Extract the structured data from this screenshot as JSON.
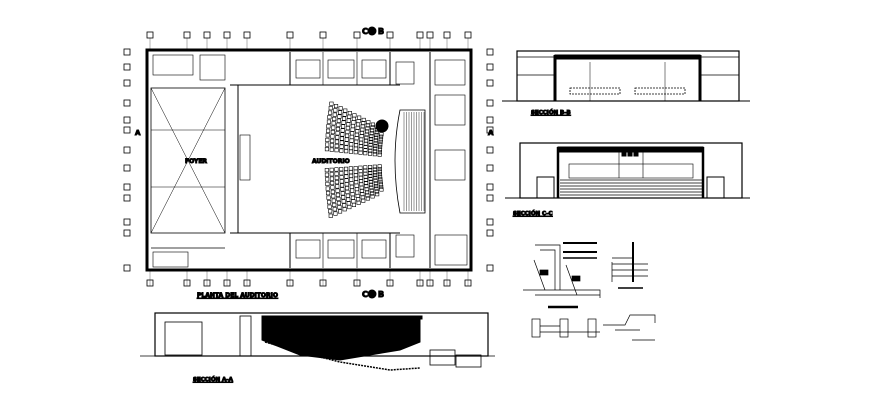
{
  "plan": {
    "title": "PLANTA DEL AUDITORIO",
    "foyer_label": "FOYER",
    "auditorium_label": "AUDITORIO",
    "axis_a": "A",
    "section_marker_c": "C",
    "section_marker_b": "B"
  },
  "sections": {
    "b_b": "SECCIÓN B-B",
    "c_c": "SECCIÓN C-C",
    "a_a": "SECCIÓN A-A"
  },
  "colors": {
    "line": "#000000",
    "background": "#ffffff"
  }
}
